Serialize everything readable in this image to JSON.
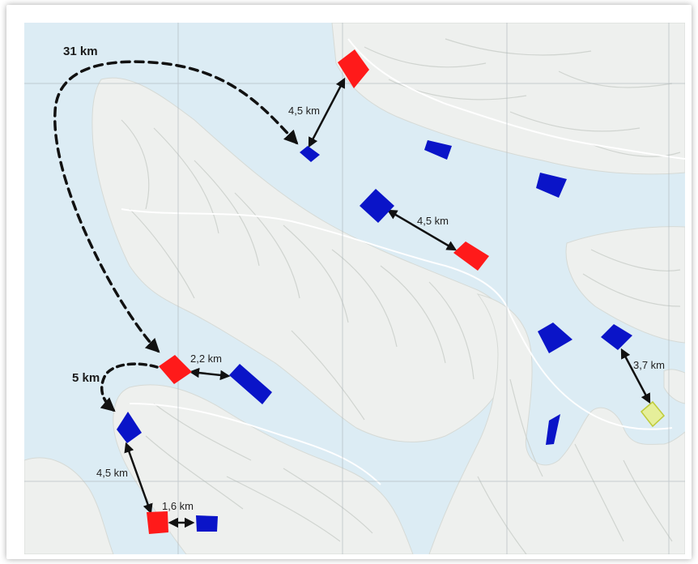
{
  "map": {
    "colors": {
      "water": "#dcecf4",
      "land": "#eef0ee",
      "red_site": "#ff1a1a",
      "blue_site": "#0a14c8",
      "yellow_site": "#e6ef9a"
    },
    "distance_labels": {
      "long_route": "31 km",
      "short_route": "5 km",
      "north_link": "4,5 km",
      "mid_link": "4,5 km",
      "west_link": "2,2 km",
      "east_link": "3,7 km",
      "southwest_link": "4,5 km",
      "south_link": "1,6 km"
    }
  }
}
